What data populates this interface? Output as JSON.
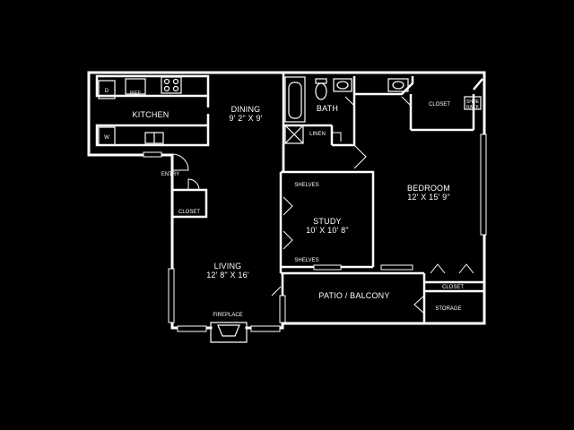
{
  "colors": {
    "background": "#000000",
    "lines": "#ffffff"
  },
  "rooms": {
    "kitchen": {
      "name": "KITCHEN"
    },
    "dining": {
      "name": "DINING",
      "size": "9' 2\" X 9'"
    },
    "bath": {
      "name": "BATH"
    },
    "bedroom": {
      "name": "BEDROOM",
      "size": "12' X 15' 9\""
    },
    "study": {
      "name": "STUDY",
      "size": "10' X 10' 8\""
    },
    "living": {
      "name": "LIVING",
      "size": "12' 8\" X 16'"
    },
    "patio": {
      "name": "PATIO / BALCONY"
    }
  },
  "fixtures": {
    "ref": "REF",
    "dryer": "D",
    "washer": "W",
    "entry": "ENTRY",
    "closet_entry": "CLOSET",
    "closet_bedroom": "CLOSET",
    "closet_bedroom_lower": "CLOSET",
    "shoe_rack": [
      "SHOE",
      "RACK"
    ],
    "linen": "LINEN",
    "shelves_top": "SHELVES",
    "shelves_bottom": "SHELVES",
    "fireplace": "FIREPLACE",
    "storage": "STORAGE"
  }
}
